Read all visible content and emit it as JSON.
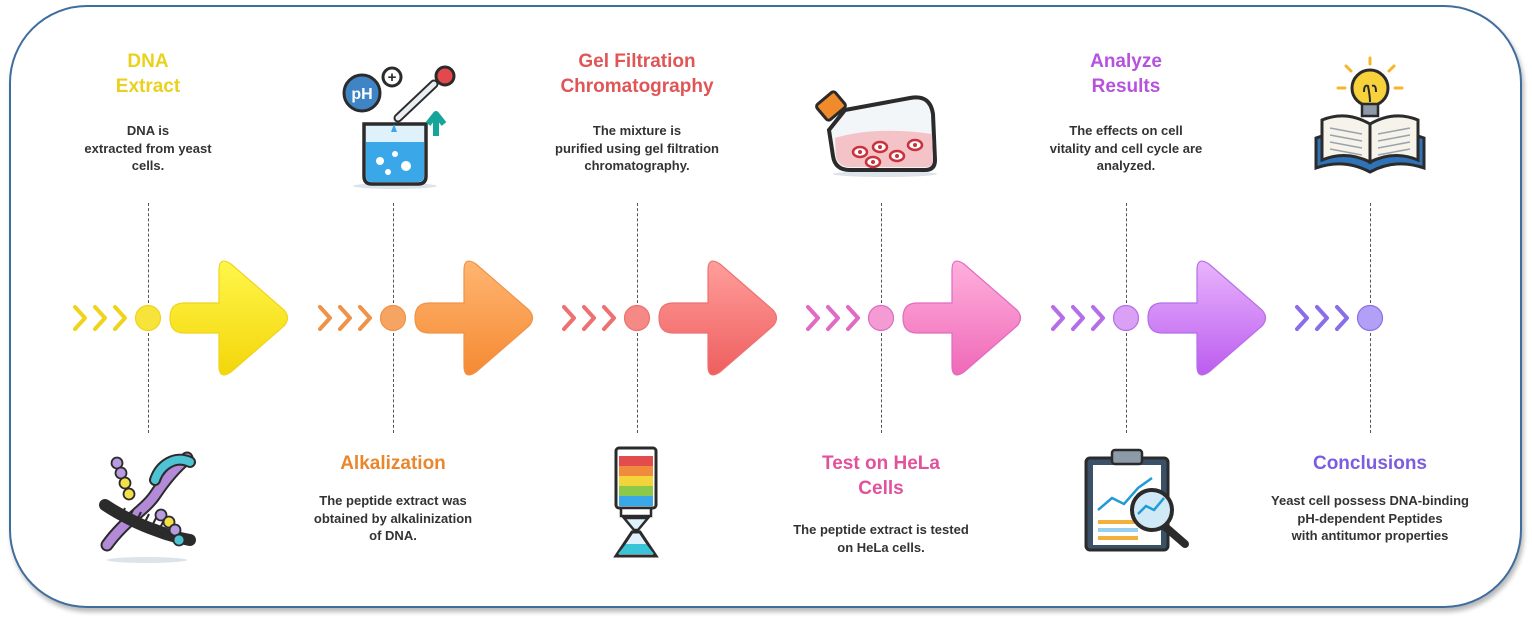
{
  "steps": [
    {
      "title_lines": [
        "DNA",
        "Extract"
      ],
      "desc_lines": [
        "DNA is",
        "extracted from yeast",
        "cells."
      ],
      "color": "#e9d21e",
      "position": "top",
      "icon": "dna-helix-icon"
    },
    {
      "title_lines": [
        "Alkalization"
      ],
      "desc_lines": [
        "The peptide extract was",
        "obtained by alkalinization",
        "of DNA."
      ],
      "color": "#e8872e",
      "position": "bottom",
      "icon": "ph-beaker-dropper-icon"
    },
    {
      "title_lines": [
        "Gel Filtration",
        "Chromatography"
      ],
      "desc_lines": [
        "The mixture is",
        "purified using gel filtration",
        "chromatography."
      ],
      "color": "#e05656",
      "position": "top",
      "icon": "chromatography-column-icon"
    },
    {
      "title_lines": [
        "Test on HeLa",
        "Cells"
      ],
      "desc_lines": [
        "The peptide extract is tested",
        "on HeLa cells."
      ],
      "color": "#e2529c",
      "position": "bottom",
      "icon": "cell-culture-flask-icon"
    },
    {
      "title_lines": [
        "Analyze",
        "Results"
      ],
      "desc_lines": [
        "The effects on cell",
        "vitality and cell cycle are",
        "analyzed."
      ],
      "color": "#b553de",
      "position": "top",
      "icon": "clipboard-magnifier-icon"
    },
    {
      "title_lines": [
        "Conclusions"
      ],
      "desc_lines": [
        "Yeast cell possess DNA-binding",
        "pH-dependent Peptides",
        "with antitumor properties"
      ],
      "color": "#7c5ce0",
      "position": "bottom",
      "icon": "open-book-lightbulb-icon"
    }
  ],
  "icon_labels": {
    "ph_bubble": "pH",
    "ph_plus": "+"
  },
  "arrow_gradients": [
    [
      "#fff64a",
      "#f3d60a"
    ],
    [
      "#ffb571",
      "#f58a33"
    ],
    [
      "#ff9e9b",
      "#ee5f5f"
    ],
    [
      "#ffb0dc",
      "#ef69b8"
    ],
    [
      "#e8b4fb",
      "#bc5cf0"
    ]
  ],
  "chevron_colors": [
    "#f0d41c",
    "#ef9348",
    "#ef7070",
    "#e06ac4",
    "#b56ee6",
    "#8a6ee8"
  ],
  "dot_colors": [
    "#f7e43a",
    "#f5a462",
    "#f48985",
    "#f59bd3",
    "#d9a0f6",
    "#b2a0f6"
  ]
}
